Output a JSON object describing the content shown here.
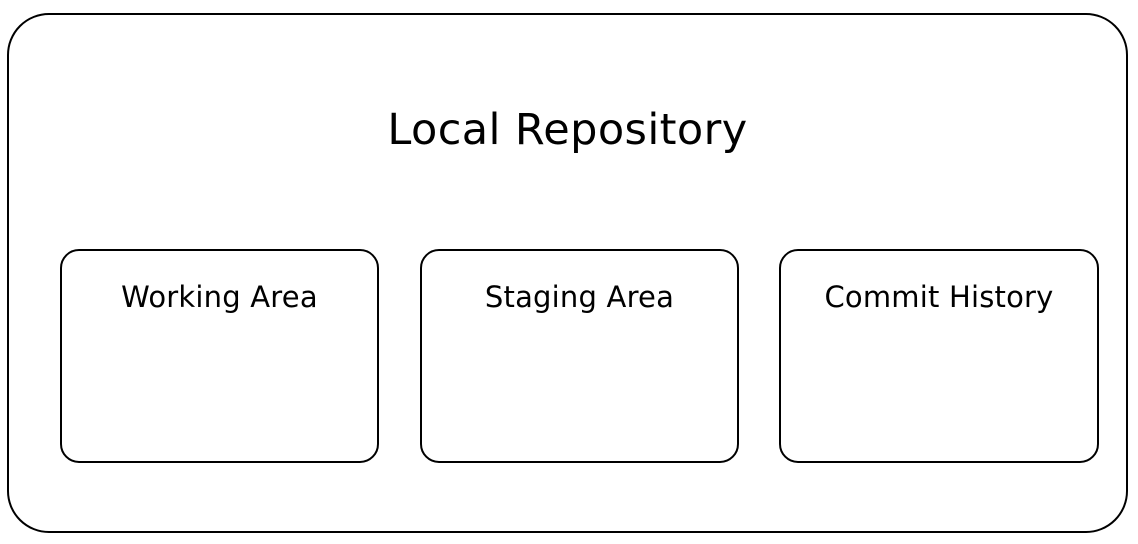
{
  "diagram": {
    "type": "nested-box-diagram",
    "background_color": "#ffffff",
    "stroke_color": "#000000",
    "container": {
      "title": "Local Repository",
      "shape": "rounded-rectangle",
      "children": [
        {
          "label": "Working Area"
        },
        {
          "label": "Staging Area"
        },
        {
          "label": "Commit History"
        }
      ]
    }
  }
}
